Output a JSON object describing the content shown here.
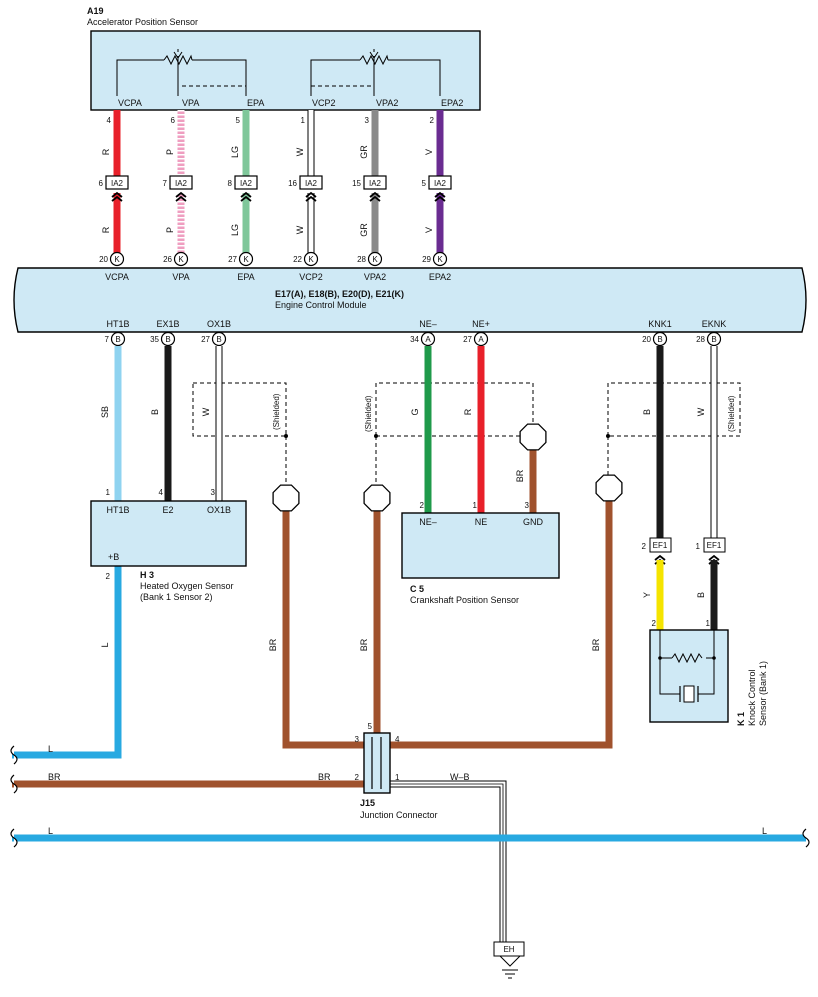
{
  "colors": {
    "module_fill": "#cfe9f5",
    "red": "#e8202a",
    "pink": "#ef9ec0",
    "green_light": "#7fc79a",
    "white": "#ffffff",
    "gray": "#8a8a8a",
    "violet": "#6a2c91",
    "sky": "#8fd3f0",
    "black": "#1a1a1a",
    "green": "#1f9a4a",
    "brown": "#a0522d",
    "yellow": "#f5e400",
    "blue": "#28a9e1"
  },
  "accel_sensor": {
    "code": "A19",
    "name": "Accelerator Position Sensor",
    "terminals": [
      "VCPA",
      "VPA",
      "EPA",
      "VCP2",
      "VPA2",
      "EPA2"
    ],
    "pins": [
      "4",
      "6",
      "5",
      "1",
      "3",
      "2"
    ],
    "wire_colors": [
      "R",
      "P",
      "LG",
      "W",
      "GR",
      "V"
    ]
  },
  "connector_ia2": {
    "label": "IA2",
    "pins": [
      "6",
      "7",
      "8",
      "16",
      "15",
      "5"
    ]
  },
  "ecm": {
    "codes": "E17(A), E18(B), E20(D), E21(K)",
    "name": "Engine Control Module",
    "top_pins": [
      "20",
      "26",
      "27",
      "22",
      "28",
      "29"
    ],
    "top_connector": "K",
    "top_labels": [
      "VCPA",
      "VPA",
      "EPA",
      "VCP2",
      "VPA2",
      "EPA2"
    ],
    "bottom_labels": [
      "HT1B",
      "EX1B",
      "OX1B",
      "NE–",
      "NE+",
      "KNK1",
      "EKNK"
    ],
    "bottom_pins": [
      "7",
      "35",
      "27",
      "34",
      "27",
      "20",
      "28"
    ],
    "bottom_connectors": [
      "B",
      "B",
      "B",
      "A",
      "A",
      "B",
      "B"
    ]
  },
  "shield": {
    "label": "(Shielded)"
  },
  "h3": {
    "code": "H 3",
    "name_line1": "Heated Oxygen Sensor",
    "name_line2": "(Bank 1 Sensor 2)",
    "terminals": [
      "HT1B",
      "E2",
      "OX1B"
    ],
    "pins": [
      "1",
      "4",
      "3"
    ],
    "wire_colors": [
      "SB",
      "B",
      "W"
    ],
    "plus_b": "+B",
    "plus_b_pin": "2",
    "plus_b_wire": "L"
  },
  "c5": {
    "code": "C 5",
    "name": "Crankshaft Position Sensor",
    "terminals": [
      "NE–",
      "NE",
      "GND"
    ],
    "pins": [
      "2",
      "1",
      "3"
    ],
    "wire_colors": [
      "G",
      "R",
      "BR"
    ]
  },
  "k1": {
    "code": "K 1",
    "name_line1": "Knock Control",
    "name_line2": "Sensor (Bank 1)",
    "connector": "EF1",
    "conn_pins": [
      "2",
      "1"
    ],
    "pins": [
      "2",
      "1"
    ],
    "upper_wire_colors": [
      "B",
      "W"
    ],
    "lower_wire_colors": [
      "Y",
      "B"
    ]
  },
  "shield_wires": [
    "BR",
    "BR",
    "BR"
  ],
  "j15": {
    "code": "J15",
    "name": "Junction Connector",
    "pins": [
      "5",
      "3",
      "4",
      "2",
      "1"
    ],
    "wire_wb": "W–B"
  },
  "bus": {
    "l_left": "L",
    "br_left": "BR",
    "br_mid": "BR",
    "l_bottom_left": "L",
    "l_bottom_right": "L"
  },
  "ground": {
    "code": "EH"
  }
}
